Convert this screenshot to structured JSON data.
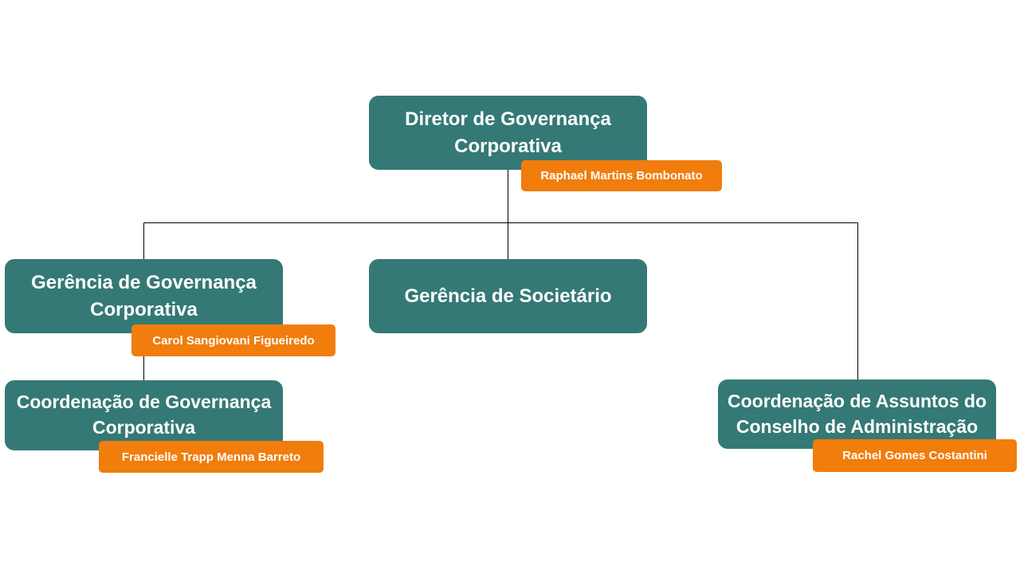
{
  "org_chart": {
    "director": {
      "title": "Diretor de Governança Corporativa",
      "person": "Raphael Martins Bombonato"
    },
    "gerencia_governanca": {
      "title": "Gerência de Governança Corporativa",
      "person": "Carol Sangiovani Figueiredo"
    },
    "gerencia_societario": {
      "title": "Gerência de Societário"
    },
    "coordenacao_governanca": {
      "title": "Coordenação de Governança Corporativa",
      "person": "Francielle Trapp Menna Barreto"
    },
    "coordenacao_conselho": {
      "title": "Coordenação de Assuntos do Conselho de Administração",
      "person": "Rachel Gomes Costantini"
    }
  },
  "colors": {
    "unit_fill": "#347975",
    "person_fill": "#f07d0c",
    "connector": "#000000",
    "text": "#ffffff"
  }
}
